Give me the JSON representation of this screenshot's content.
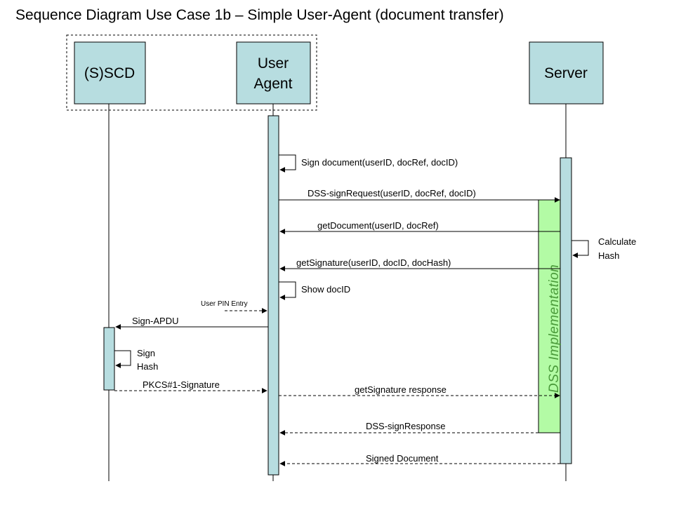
{
  "title": "Sequence Diagram Use Case 1b – Simple User-Agent (document transfer)",
  "participants": {
    "sscd": "(S)SCD",
    "user_agent_line1": "User",
    "user_agent_line2": "Agent",
    "server": "Server"
  },
  "region_label": "DSS Implementation",
  "messages": {
    "sign_document": "Sign document(userID, docRef, docID)",
    "dss_sign_request": "DSS-signRequest(userID, docRef, docID)",
    "get_document": "getDocument(userID, docRef)",
    "calculate_hash_line1": "Calculate",
    "calculate_hash_line2": "Hash",
    "get_signature": "getSignature(userID, docID, docHash)",
    "show_docid": "Show docID",
    "user_pin_entry": "User PIN Entry",
    "sign_apdu": "Sign-APDU",
    "sign_hash_line1": "Sign",
    "sign_hash_line2": "Hash",
    "pkcs_signature": "PKCS#1-Signature",
    "get_signature_response": "getSignature response",
    "dss_sign_response": "DSS-signResponse",
    "signed_document": "Signed Document"
  }
}
